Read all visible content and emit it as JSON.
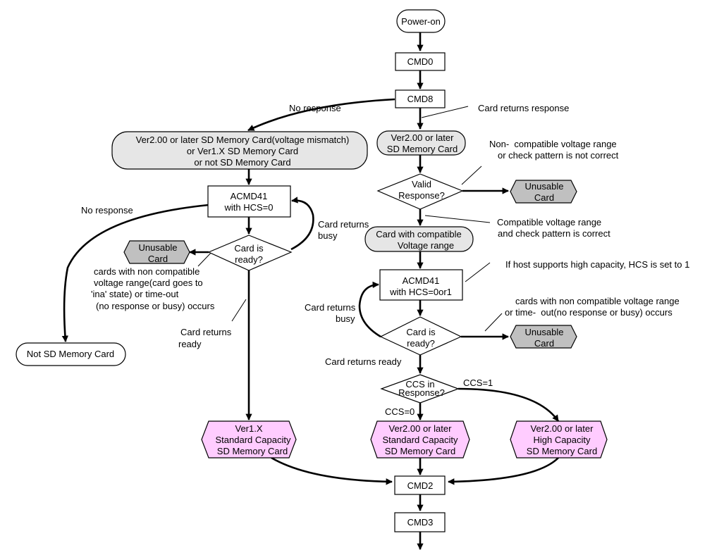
{
  "nodes": {
    "power_on": "Power-on",
    "cmd0": "CMD0",
    "cmd8": "CMD8",
    "mismatch": [
      "Ver2.00 or later SD Memory Card(voltage mismatch)",
      "or Ver1.X SD Memory Card",
      "or not SD Memory Card"
    ],
    "v2_card": [
      "Ver2.00 or later",
      "SD Memory Card"
    ],
    "valid_response": [
      "Valid",
      "Response?"
    ],
    "unusable": [
      "Unusable",
      "Card"
    ],
    "compatible_card": [
      "Card with compatible",
      "Voltage range"
    ],
    "acmd41_left": [
      "ACMD41",
      "with HCS=0"
    ],
    "acmd41_right": [
      "ACMD41",
      "with HCS=0or1"
    ],
    "ready_left": [
      "Card is",
      "ready?"
    ],
    "ready_right": [
      "Card is",
      "ready?"
    ],
    "not_sd": "Not SD Memory Card",
    "ccs": [
      "CCS in",
      "Response?"
    ],
    "v1x": [
      "Ver1.X",
      "Standard Capacity",
      "SD Memory Card"
    ],
    "v2_std": [
      "Ver2.00 or later",
      "Standard Capacity",
      "SD Memory Card"
    ],
    "v2_high": [
      "Ver2.00 or later",
      "High Capacity",
      "SD Memory Card"
    ],
    "cmd2": "CMD2",
    "cmd3": "CMD3"
  },
  "labels": {
    "no_response_1": "No response",
    "card_returns_response": "Card returns response",
    "non_compatible": [
      "Non-  compatible voltage range",
      "or check pattern is not correct"
    ],
    "no_response_2": "No response",
    "card_returns_busy_left": [
      "Card returns",
      "busy"
    ],
    "compatible_range": [
      "Compatible voltage range",
      "and check pattern is correct"
    ],
    "left_error": [
      "cards with non compatible",
      "voltage range(card goes to",
      "'ina' state) or time-out",
      "(no response or busy) occurs"
    ],
    "card_returns_ready_left": [
      "Card returns",
      "ready"
    ],
    "hcs_note": "If host supports high capacity, HCS is set to 1",
    "card_returns_busy_right": [
      "Card returns",
      "busy"
    ],
    "right_error": [
      "cards with non compatible voltage range",
      "or time-  out(no response or busy) occurs"
    ],
    "card_returns_ready_right": "Card returns ready",
    "ccs1": "CCS=1",
    "ccs0": "CCS=0"
  }
}
